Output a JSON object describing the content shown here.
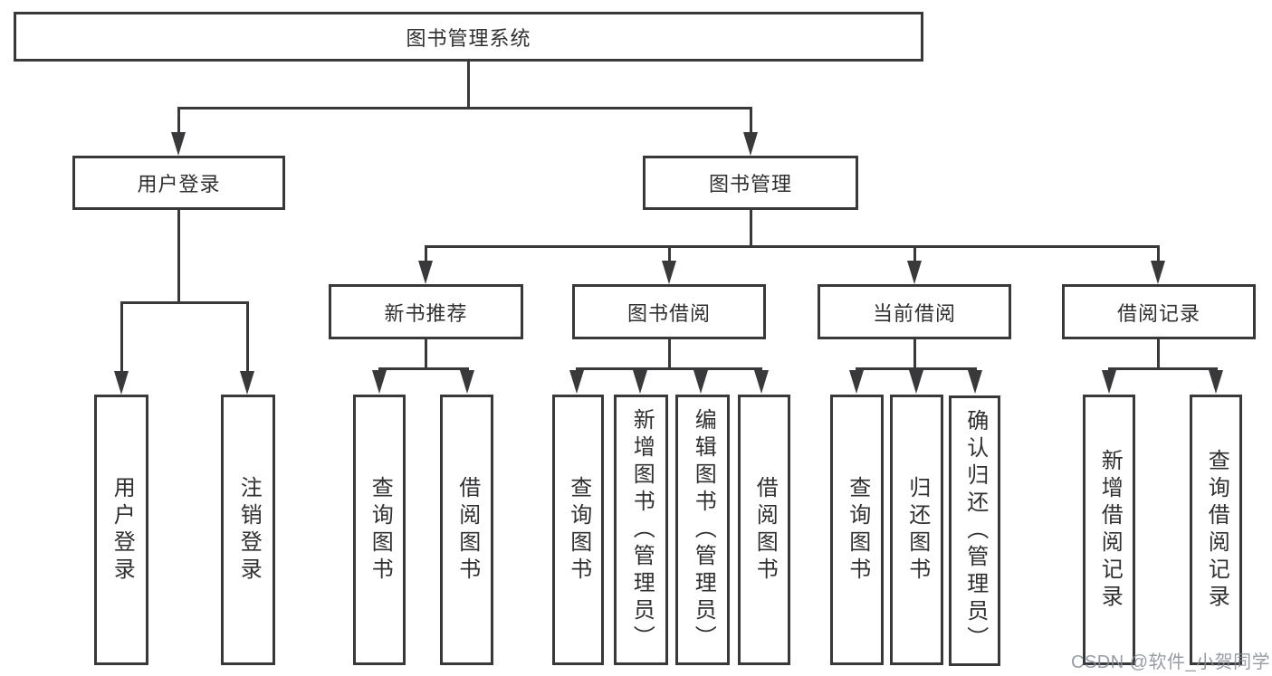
{
  "diagram": {
    "type": "function-structure-tree",
    "root": {
      "label": "图书管理系统",
      "children": [
        {
          "label": "用户登录",
          "children": [
            {
              "label": "用户登录"
            },
            {
              "label": "注销登录"
            }
          ]
        },
        {
          "label": "图书管理",
          "children": [
            {
              "label": "新书推荐",
              "children": [
                {
                  "label": "查询图书"
                },
                {
                  "label": "借阅图书"
                }
              ]
            },
            {
              "label": "图书借阅",
              "children": [
                {
                  "label": "查询图书"
                },
                {
                  "label": "新增图书（管理员）"
                },
                {
                  "label": "编辑图书（管理员）"
                },
                {
                  "label": "借阅图书"
                }
              ]
            },
            {
              "label": "当前借阅",
              "children": [
                {
                  "label": "查询图书"
                },
                {
                  "label": "归还图书"
                },
                {
                  "label": "确认归还（管理员）"
                }
              ]
            },
            {
              "label": "借阅记录",
              "children": [
                {
                  "label": "新增借阅记录"
                },
                {
                  "label": "查询借阅记录"
                }
              ]
            }
          ]
        }
      ]
    },
    "watermark": "CSDN @软件_小贺同学",
    "colors": {
      "line": "#39393b",
      "text": "#303032",
      "background": "#ffffff",
      "watermark": "#858c94"
    }
  }
}
